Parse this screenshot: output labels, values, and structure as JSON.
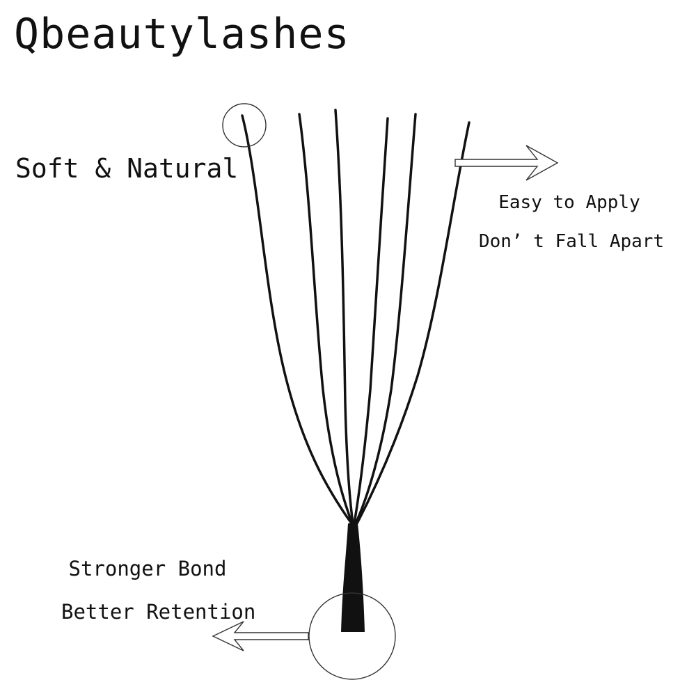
{
  "brand": {
    "title": "Qbeautylashes"
  },
  "callouts": {
    "tip": {
      "label": "Soft & Natural"
    },
    "spread": {
      "line1": "Easy to Apply",
      "line2": "Don’ t Fall Apart"
    },
    "base": {
      "line1": "Stronger Bond",
      "line2": "Better Retention"
    }
  },
  "colors": {
    "ink": "#111111",
    "outline": "#333333",
    "background": "#ffffff"
  },
  "icons": {
    "tip_marker": "circle-outline-icon",
    "spread_arrow": "arrow-right-icon",
    "base_marker": "circle-outline-icon",
    "base_arrow": "arrow-left-icon"
  }
}
